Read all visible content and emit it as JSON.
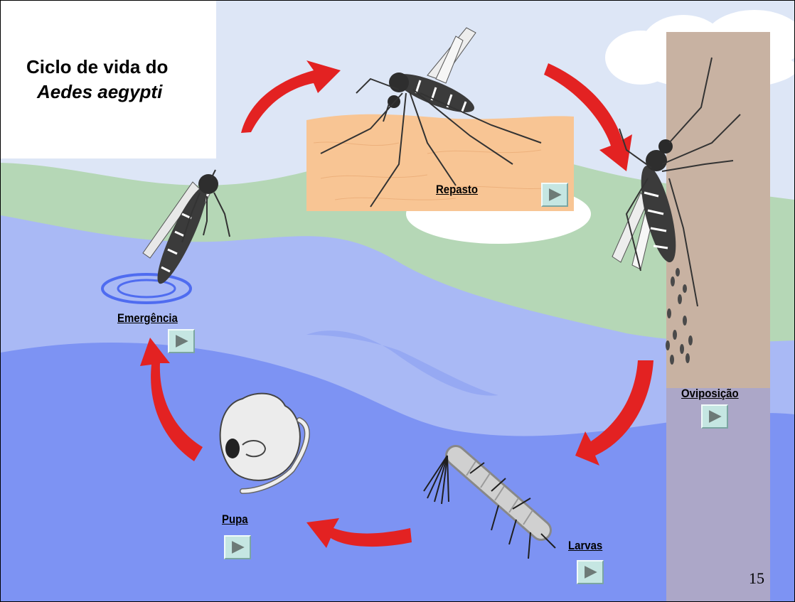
{
  "diagram": {
    "title_line1": "Ciclo de vida do",
    "title_line2": "Aedes aegypti",
    "stages": {
      "repasto": "Repasto",
      "oviposicao": "Oviposição",
      "larvas": "Larvas",
      "pupa": "Pupa",
      "emergencia": "Emergência"
    },
    "page_number": "15"
  },
  "colors": {
    "sky": "#dde6f6",
    "land": "#b5d7b6",
    "shallow_water": "#a9b9f5",
    "deep_water": "#7d93f3",
    "skin": "#f8c594",
    "tree_trunk": "#c8b2a2",
    "arrow": "#e32222",
    "play_button": "#c5e6e2"
  },
  "icons": [
    "play-icon",
    "arrow-icon",
    "mosquito-icon",
    "larva-icon",
    "pupa-icon"
  ]
}
